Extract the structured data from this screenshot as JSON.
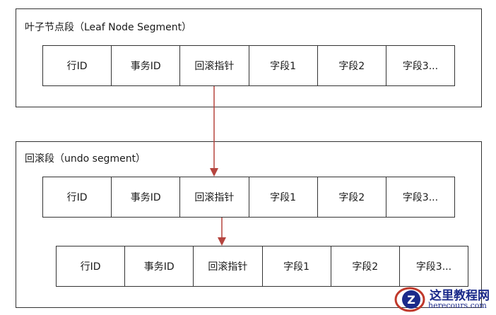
{
  "leaf_segment": {
    "title": "叶子节点段（Leaf Node Segment）",
    "row": [
      "行ID",
      "事务ID",
      "回滚指针",
      "字段1",
      "字段2",
      "字段3..."
    ]
  },
  "undo_segment": {
    "title": "回滚段（undo segment）",
    "rows": [
      [
        "行ID",
        "事务ID",
        "回滚指针",
        "字段1",
        "字段2",
        "字段3..."
      ],
      [
        "行ID",
        "事务ID",
        "回滚指针",
        "字段1",
        "字段2",
        "字段3..."
      ]
    ]
  },
  "arrow_color": "#b5443e",
  "watermark": {
    "name": "这里教程网",
    "url": "herecours.com",
    "logo_letter": "Z"
  }
}
